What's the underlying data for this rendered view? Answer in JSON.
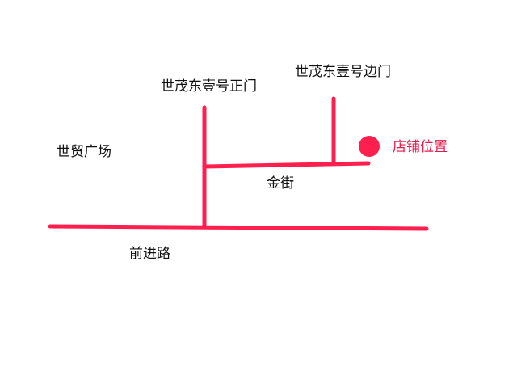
{
  "colors": {
    "road": "#ff1f4e",
    "marker": "#ff1f4e",
    "store_label": "#e8194a",
    "label": "#111111",
    "background": "#ffffff"
  },
  "labels": {
    "shimao_main_gate": "世茂东壹号正门",
    "shimao_side_gate": "世茂东壹号边门",
    "trade_plaza": "世贸广场",
    "jin_street": "金街",
    "qianjin_road": "前进路",
    "store_location": "店铺位置"
  }
}
